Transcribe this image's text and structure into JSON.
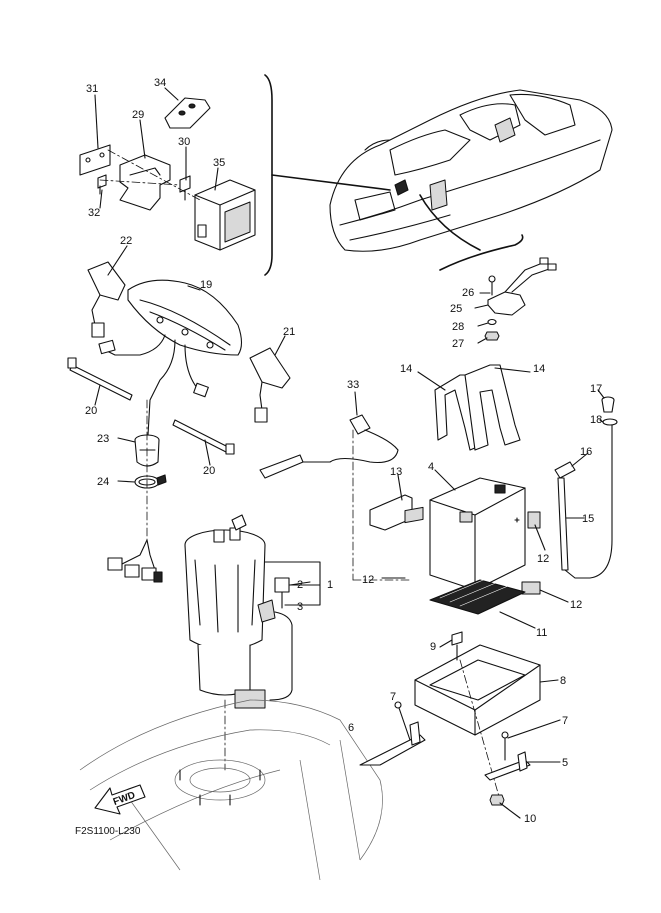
{
  "diagram": {
    "code": "F2S1100-L230",
    "fwd_label": "FWD",
    "callouts": [
      {
        "id": "c1",
        "label": "1"
      },
      {
        "id": "c2",
        "label": "2"
      },
      {
        "id": "c3",
        "label": "3"
      },
      {
        "id": "c4",
        "label": "4"
      },
      {
        "id": "c5",
        "label": "5"
      },
      {
        "id": "c6",
        "label": "6"
      },
      {
        "id": "c7a",
        "label": "7"
      },
      {
        "id": "c7b",
        "label": "7"
      },
      {
        "id": "c8",
        "label": "8"
      },
      {
        "id": "c9",
        "label": "9"
      },
      {
        "id": "c10",
        "label": "10"
      },
      {
        "id": "c11",
        "label": "11"
      },
      {
        "id": "c12a",
        "label": "12"
      },
      {
        "id": "c12b",
        "label": "12"
      },
      {
        "id": "c12c",
        "label": "12"
      },
      {
        "id": "c13",
        "label": "13"
      },
      {
        "id": "c14a",
        "label": "14"
      },
      {
        "id": "c14b",
        "label": "14"
      },
      {
        "id": "c15",
        "label": "15"
      },
      {
        "id": "c16",
        "label": "16"
      },
      {
        "id": "c17",
        "label": "17"
      },
      {
        "id": "c18",
        "label": "18"
      },
      {
        "id": "c19",
        "label": "19"
      },
      {
        "id": "c20a",
        "label": "20"
      },
      {
        "id": "c20b",
        "label": "20"
      },
      {
        "id": "c21",
        "label": "21"
      },
      {
        "id": "c22",
        "label": "22"
      },
      {
        "id": "c23",
        "label": "23"
      },
      {
        "id": "c24",
        "label": "24"
      },
      {
        "id": "c25",
        "label": "25"
      },
      {
        "id": "c26",
        "label": "26"
      },
      {
        "id": "c27",
        "label": "27"
      },
      {
        "id": "c28",
        "label": "28"
      },
      {
        "id": "c29",
        "label": "29"
      },
      {
        "id": "c30",
        "label": "30"
      },
      {
        "id": "c31",
        "label": "31"
      },
      {
        "id": "c32",
        "label": "32"
      },
      {
        "id": "c33",
        "label": "33"
      },
      {
        "id": "c34",
        "label": "34"
      },
      {
        "id": "c35",
        "label": "35"
      }
    ]
  }
}
